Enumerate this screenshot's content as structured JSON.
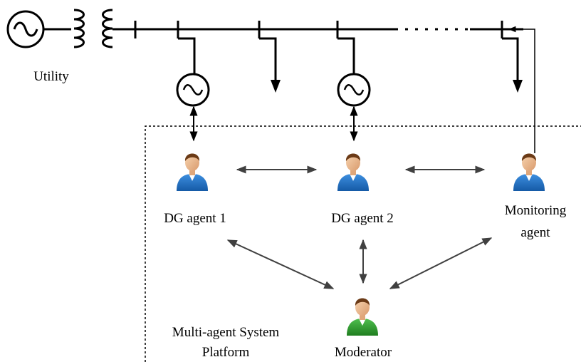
{
  "labels": {
    "utility": "Utility",
    "dg_agent_1": "DG agent 1",
    "dg_agent_2": "DG agent 2",
    "monitoring_agent_line1": "Monitoring",
    "monitoring_agent_line2": "agent",
    "moderator": "Moderator",
    "platform_line1": "Multi-agent System",
    "platform_line2": "Platform"
  },
  "icons": {
    "utility_source": "ac-source-icon",
    "transformer": "transformer-icon",
    "generator": "generator-icon",
    "load": "load-arrow-icon",
    "agent": "person-agent-icon"
  },
  "colors": {
    "line": "#000000",
    "link_arrow": "#404040",
    "agent_shirt_blue": "#1e6fc4",
    "moderator_shirt_green": "#2f9b2f",
    "hair": "#6b3a16",
    "skin": "#f2c29a"
  }
}
